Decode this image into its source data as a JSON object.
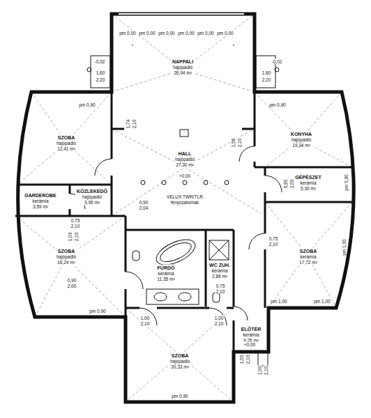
{
  "diagram": {
    "nodes": [
      {
        "text": [
          "NAPPALI",
          "hajópadló",
          "26,94 m²"
        ]
      },
      {
        "text": [
          "SZOBA",
          "hajópadló",
          "12,41 m²"
        ]
      },
      {
        "text": [
          "KONYHA",
          "hajópadló",
          "19,34 m²"
        ]
      },
      {
        "text": [
          "HALL",
          "hajópadló",
          "27,30 m²"
        ]
      },
      {
        "text": [
          "GÉPÉSZET",
          "kerámia",
          "5,30 m²"
        ]
      },
      {
        "text": [
          "GARDEROBE",
          "kerámia",
          "3,59 m²"
        ]
      },
      {
        "text": [
          "KÖZLEKEDŐ",
          "hajópadló",
          "3,95 m²"
        ]
      },
      {
        "text": [
          "SZOBA",
          "hajópadló",
          "16,24 m²"
        ]
      },
      {
        "text": [
          "FÜRDŐ",
          "kerámia",
          "11,35 m²"
        ]
      },
      {
        "text": [
          "WC ZUH.",
          "kerámia",
          "2,86 m²"
        ]
      },
      {
        "text": [
          "SZOBA",
          "kerámia",
          "17,72 m²"
        ]
      },
      {
        "text": [
          "ELŐTÉR",
          "kerámia",
          "9,26 m²"
        ]
      },
      {
        "text": [
          "SZOBA",
          "hajópadló",
          "20,33 m²"
        ]
      }
    ],
    "labels": [
      "pm 0,00",
      "pm 0,00",
      "pm 0,00",
      "pm 0,00",
      "pm 0,00",
      "pm 0,00",
      "-0,02",
      "-0,02",
      "1,60",
      "2,20",
      "1,60",
      "2,20",
      "pm 0,90",
      "pm 0,90",
      "1,74",
      "2,10",
      "1,56",
      "2,10",
      "+0,00",
      "VELUX TWR/TLR",
      "fénycsatornák",
      "0,75",
      "2,10",
      "1,03",
      "2,10",
      "0,90",
      "2,04",
      "0,90",
      "2,00",
      "0,75",
      "2,10",
      "0,90",
      "2,00",
      "0,75",
      "2,10",
      "1,00",
      "2,10",
      "1,00",
      "2,10",
      "1,00",
      "2,10",
      "1,00",
      "2,10",
      "pm 1,00",
      "pm 1,00",
      "pm 1,00",
      "pm 0,90",
      "pm 0,90",
      "+0,00",
      "pm 0,90"
    ]
  }
}
